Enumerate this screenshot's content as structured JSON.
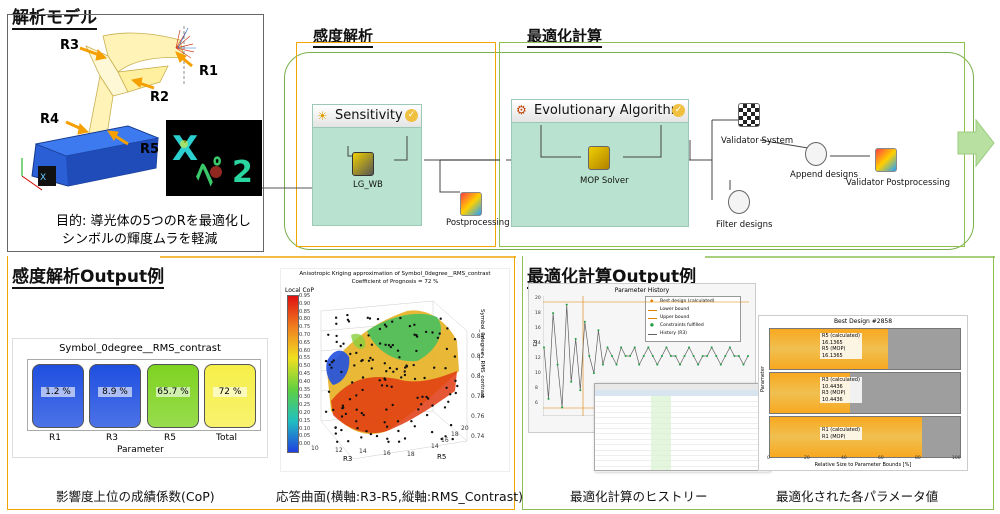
{
  "sections": {
    "model": "解析モデル",
    "sensitivity": "感度解析",
    "optimization": "最適化計算",
    "sens_output": "感度解析Output例",
    "opt_output": "最適化計算Output例"
  },
  "model": {
    "labels": [
      "R1",
      "R2",
      "R3",
      "R4",
      "R5"
    ],
    "purpose_line1": "目的: 導光体の5つのRを最適化し",
    "purpose_line2": "シンボルの輝度ムラを軽減"
  },
  "workflow": {
    "sensitivity_title": "Sensitivity",
    "ea_title": "Evolutionary Algorithm",
    "nodes": {
      "lg_wb": "LG_WB",
      "postprocessing": "Postprocessing",
      "mop_solver": "MOP Solver",
      "validator_system": "Validator System",
      "filter_designs": "Filter designs",
      "append_designs": "Append designs",
      "validator_post": "Validator Postprocessing"
    }
  },
  "cop_chart": {
    "title": "Symbol_0degree__RMS_contrast",
    "xlabel": "Parameter",
    "bars": [
      {
        "label": "R1",
        "value": "1.2 %",
        "color": "#1f4fe0"
      },
      {
        "label": "R3",
        "value": "8.9 %",
        "color": "#1f4fe0"
      },
      {
        "label": "R5",
        "value": "65.7 %",
        "color": "#7ed321"
      },
      {
        "label": "Total",
        "value": "72 %",
        "color": "#f6ef4a"
      }
    ],
    "caption": "影響度上位の成績係数(CoP)"
  },
  "surface_chart": {
    "title_line1": "Anisotropic Kriging  approximation of Symbol_0degree__RMS_contrast",
    "title_line2": "Coefficient of Prognosis = 72 %",
    "legend_title": "Local CoP",
    "legend_ticks": [
      "0.95",
      "0.90",
      "0.85",
      "0.80",
      "0.75",
      "0.70",
      "0.65",
      "0.60",
      "0.55",
      "0.50",
      "0.45",
      "0.40",
      "0.35",
      "0.30",
      "0.25",
      "0.20",
      "0.15",
      "0.10",
      "0.05",
      "0.00"
    ],
    "z_ticks": [
      "0.84",
      "0.82",
      "0.8",
      "0.78",
      "0.76",
      "0.74"
    ],
    "z_label": "Symbol_0degree__RMS_contrast",
    "x_ticks": [
      "10",
      "12",
      "14",
      "16",
      "18"
    ],
    "x_label": "R3",
    "y_ticks": [
      "14",
      "16",
      "18",
      "20"
    ],
    "y_label": "R5",
    "caption": "応答曲面(横軸:R3-R5,縦軸:RMS_Contrast)"
  },
  "history_chart": {
    "title": "Parameter History",
    "legend": [
      "Best design (calculated)",
      "Lower bound",
      "Upper bound",
      "Constraints fulfilled",
      "History (R3)"
    ],
    "y_ticks": [
      "20",
      "18",
      "16",
      "14",
      "12",
      "10",
      "8",
      "6"
    ],
    "ylabel": "R3",
    "caption": "最適化計算のヒストリー",
    "series_values": [
      14,
      8,
      18,
      12,
      7,
      19,
      10,
      15,
      9,
      17,
      13,
      11,
      16,
      12,
      14,
      13,
      12,
      14,
      13,
      13,
      14,
      12,
      13,
      14,
      13,
      12,
      13,
      14,
      13,
      13,
      12,
      13,
      14,
      13,
      12,
      13,
      13,
      14,
      13,
      12,
      13,
      14,
      13,
      13,
      12,
      13
    ]
  },
  "best_design_chart": {
    "title": "Best Design #2858",
    "xlabel": "Relative Size to Parameter Bounds [%]",
    "x_ticks": [
      "0",
      "20",
      "40",
      "60",
      "80",
      "100"
    ],
    "ylabel": "Parameter",
    "groups": [
      {
        "lines": [
          "R5 (calculated)",
          "16.1365",
          "R5 (MOP)",
          "16.1365"
        ],
        "fill": 0.62
      },
      {
        "lines": [
          "R3 (calculated)",
          "10.4436",
          "R3 (MOP)",
          "10.4436"
        ],
        "fill": 0.42
      },
      {
        "lines": [
          "R1 (calculated)",
          "R1 (MOP)"
        ],
        "fill": 0.8
      }
    ],
    "caption": "最適化された各パラメータ値"
  }
}
